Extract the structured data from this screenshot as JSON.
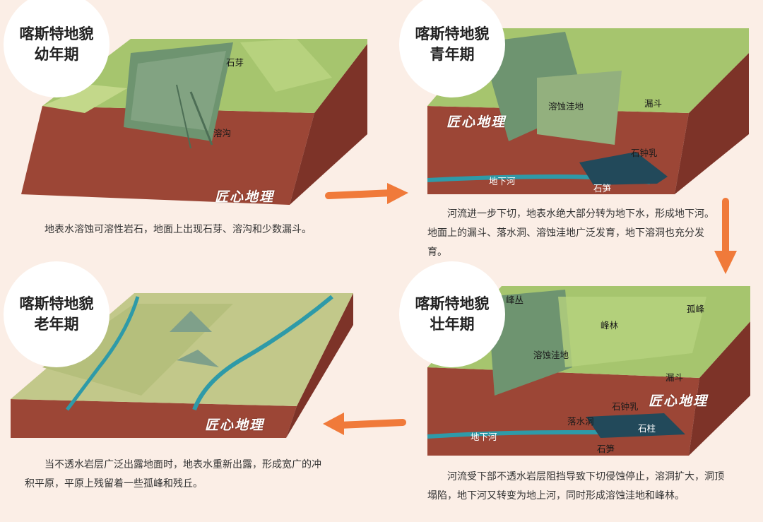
{
  "stages": [
    {
      "id": "youth",
      "title_line1": "喀斯特地貌",
      "title_line2": "幼年期",
      "labels": [
        "石芽",
        "溶沟"
      ],
      "caption": "地表水溶蚀可溶性岩石，地面上出现石芽、溶沟和少数漏斗。"
    },
    {
      "id": "young",
      "title_line1": "喀斯特地貌",
      "title_line2": "青年期",
      "labels": [
        "溶蚀洼地",
        "漏斗",
        "石钟乳",
        "地下河",
        "石笋"
      ],
      "caption": "河流进一步下切，地表水绝大部分转为地下水，形成地下河。地面上的漏斗、落水洞、溶蚀洼地广泛发育，地下溶洞也充分发育。"
    },
    {
      "id": "mature",
      "title_line1": "喀斯特地貌",
      "title_line2": "壮年期",
      "labels": [
        "峰丛",
        "孤峰",
        "峰林",
        "溶蚀洼地",
        "漏斗",
        "石钟乳",
        "落水洞",
        "石柱",
        "地下河",
        "石笋"
      ],
      "caption": "河流受下部不透水岩层阻挡导致下切侵蚀停止，溶洞扩大，洞顶塌陷，地下河又转变为地上河，同时形成溶蚀洼地和峰林。"
    },
    {
      "id": "old",
      "title_line1": "喀斯特地貌",
      "title_line2": "老年期",
      "labels": [],
      "caption": "当不透水岩层广泛出露地面时，地表水重新出露，形成宽广的冲积平原，平原上残留着一些孤峰和残丘。"
    }
  ],
  "watermark": "匠心地理",
  "colors": {
    "background": "#fbeee6",
    "rock": "#a84c3c",
    "grass": "#9cc06a",
    "water": "#2e9aa8",
    "arrow": "#f07a3a"
  }
}
